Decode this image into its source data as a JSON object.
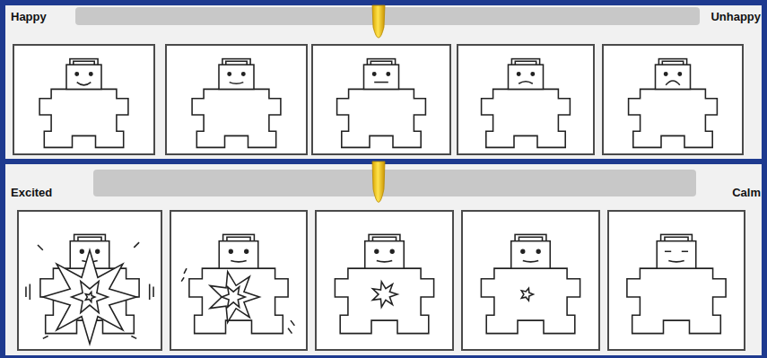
{
  "diagram": {
    "labels": [
      "Happy",
      "Unhappy",
      "Excited",
      "Calm"
    ]
  }
}
